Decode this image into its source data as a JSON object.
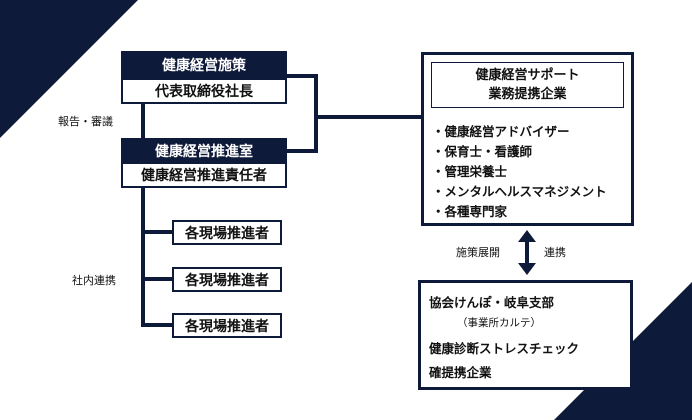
{
  "colors": {
    "navy": "#0e1a3a",
    "background": "#ffffff"
  },
  "policy": {
    "header": "健康経営施策",
    "role": "代表取締役社長"
  },
  "promotion_office": {
    "header": "健康経営推進室",
    "role": "健康経営推進責任者"
  },
  "labels": {
    "report": "報告・審議",
    "internal": "社内連携",
    "policy_dev": "施策展開",
    "cooperation": "連携"
  },
  "site_promoters": [
    "各現場推進者",
    "各現場推進者",
    "各現場推進者"
  ],
  "support": {
    "title_line1": "健康経営サポート",
    "title_line2": "業務提携企業",
    "items": [
      "・健康経営アドバイザー",
      "・保育士・看護師",
      "・管理栄養士",
      "・メンタルヘルスマネジメント",
      "・各種専門家"
    ]
  },
  "partners": {
    "line1": "協会けんぽ・岐阜支部",
    "line1_sub": "（事業所カルテ）",
    "line2": "健康診断ストレスチェック",
    "line3": "確提携企業"
  }
}
